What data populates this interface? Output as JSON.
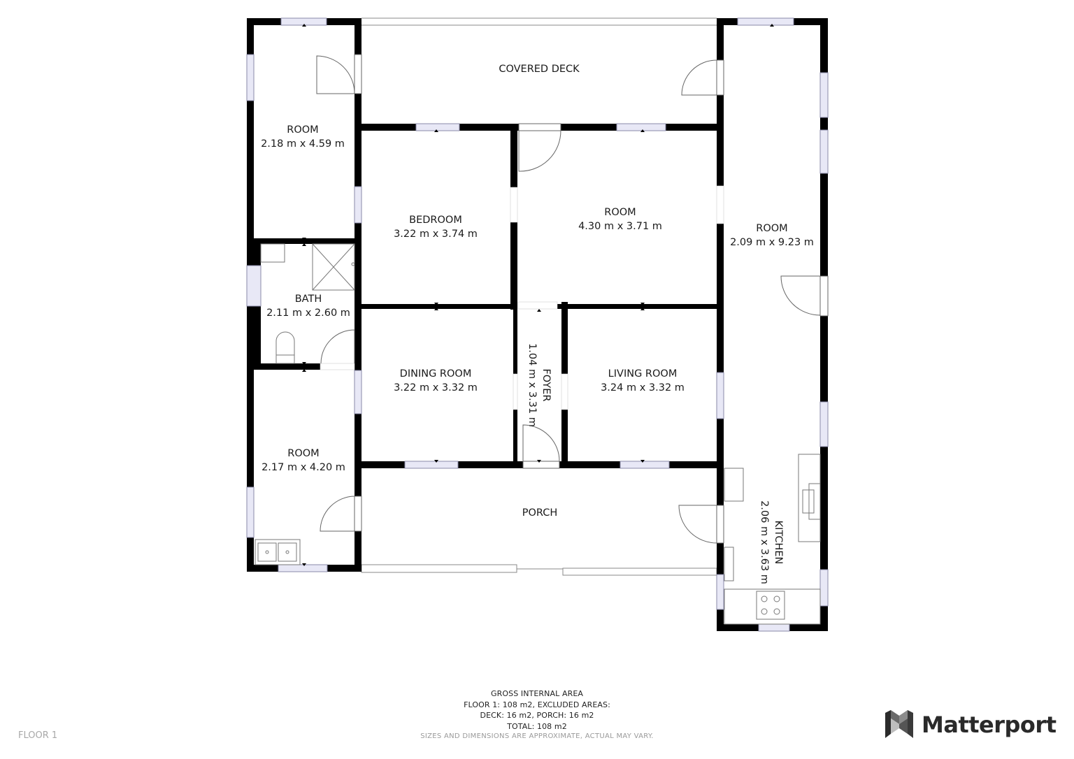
{
  "floor_label": "FLOOR 1",
  "brand": {
    "name": "Matterport",
    "icon": "matterport-logo-icon"
  },
  "summary": {
    "title": "GROSS INTERNAL AREA",
    "floor_line": "FLOOR 1: 108 m2, EXCLUDED AREAS:",
    "excluded_line": "DECK: 16 m2, PORCH: 16 m2",
    "total_line": "TOTAL: 108 m2",
    "disclaimer": "SIZES AND DIMENSIONS ARE APPROXIMATE, ACTUAL MAY VARY."
  },
  "colors": {
    "wall": "#000000",
    "window_fill": "#e8e8f6",
    "window_stroke": "#8a8aa8",
    "fixture_stroke": "#777777",
    "text": "#1a1a1a",
    "muted": "#a8a8a8"
  },
  "rooms": [
    {
      "id": "room-nw",
      "name": "ROOM",
      "dimensions": "2.18 m x 4.59 m"
    },
    {
      "id": "covered-deck",
      "name": "COVERED DECK",
      "dimensions": ""
    },
    {
      "id": "room-east",
      "name": "ROOM",
      "dimensions": "2.09 m x 9.23 m"
    },
    {
      "id": "bedroom",
      "name": "BEDROOM",
      "dimensions": "3.22 m x 3.74 m"
    },
    {
      "id": "room-center",
      "name": "ROOM",
      "dimensions": "4.30 m x 3.71 m"
    },
    {
      "id": "bath",
      "name": "BATH",
      "dimensions": "2.11 m x 2.60 m"
    },
    {
      "id": "dining-room",
      "name": "DINING ROOM",
      "dimensions": "3.22 m x 3.32 m"
    },
    {
      "id": "foyer",
      "name": "FOYER",
      "dimensions": "1.04 m x 3.31 m"
    },
    {
      "id": "living-room",
      "name": "LIVING ROOM",
      "dimensions": "3.24 m x 3.32 m"
    },
    {
      "id": "room-sw",
      "name": "ROOM",
      "dimensions": "2.17 m x 4.20 m"
    },
    {
      "id": "porch",
      "name": "PORCH",
      "dimensions": ""
    },
    {
      "id": "kitchen",
      "name": "KITCHEN",
      "dimensions": "2.06 m x 3.63 m"
    }
  ]
}
